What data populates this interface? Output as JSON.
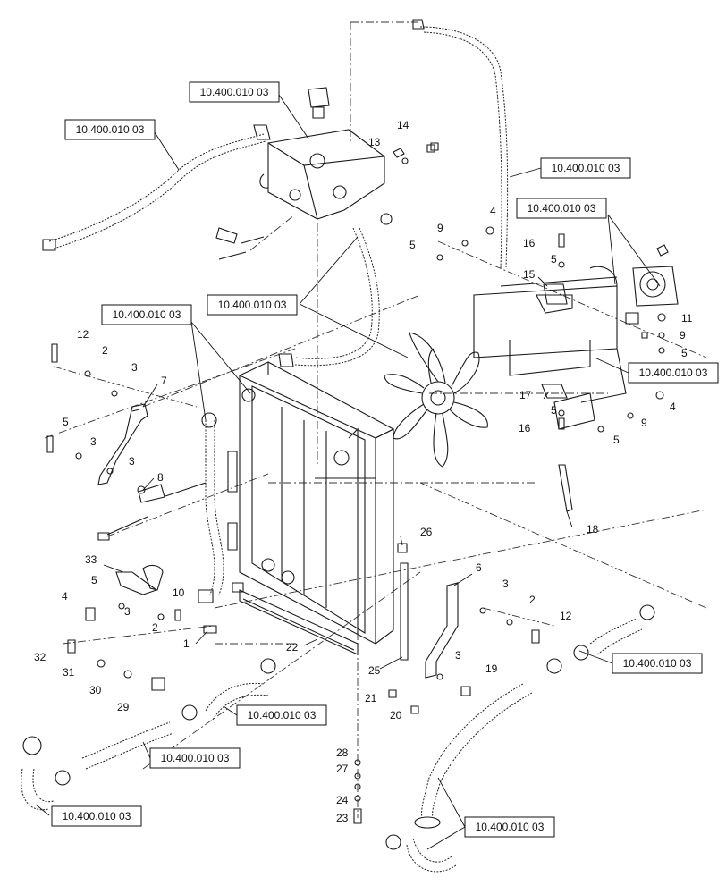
{
  "references": [
    {
      "id": "ref-tank",
      "text": "10.400.010 03"
    },
    {
      "id": "ref-left-hose",
      "text": "10.400.010 03"
    },
    {
      "id": "ref-top-hose",
      "text": "10.400.010 03"
    },
    {
      "id": "ref-pump",
      "text": "10.400.010 03"
    },
    {
      "id": "ref-middle",
      "text": "10.400.010 03"
    },
    {
      "id": "ref-radiator",
      "text": "10.400.010 03"
    },
    {
      "id": "ref-frame",
      "text": "10.400.010 03"
    },
    {
      "id": "ref-lower-right",
      "text": "10.400.010 03"
    },
    {
      "id": "ref-lower-mid",
      "text": "10.400.010 03"
    },
    {
      "id": "ref-lower-left",
      "text": "10.400.010 03"
    },
    {
      "id": "ref-bottom-left",
      "text": "10.400.010 03"
    },
    {
      "id": "ref-bottom-right",
      "text": "10.400.010 03"
    }
  ],
  "callouts": [
    "1",
    "2",
    "3",
    "4",
    "5",
    "6",
    "7",
    "8",
    "9",
    "10",
    "11",
    "12",
    "13",
    "14",
    "15",
    "16",
    "17",
    "18",
    "19",
    "20",
    "21",
    "22",
    "23",
    "24",
    "25",
    "26",
    "27",
    "28",
    "29",
    "30",
    "31",
    "32",
    "33"
  ]
}
